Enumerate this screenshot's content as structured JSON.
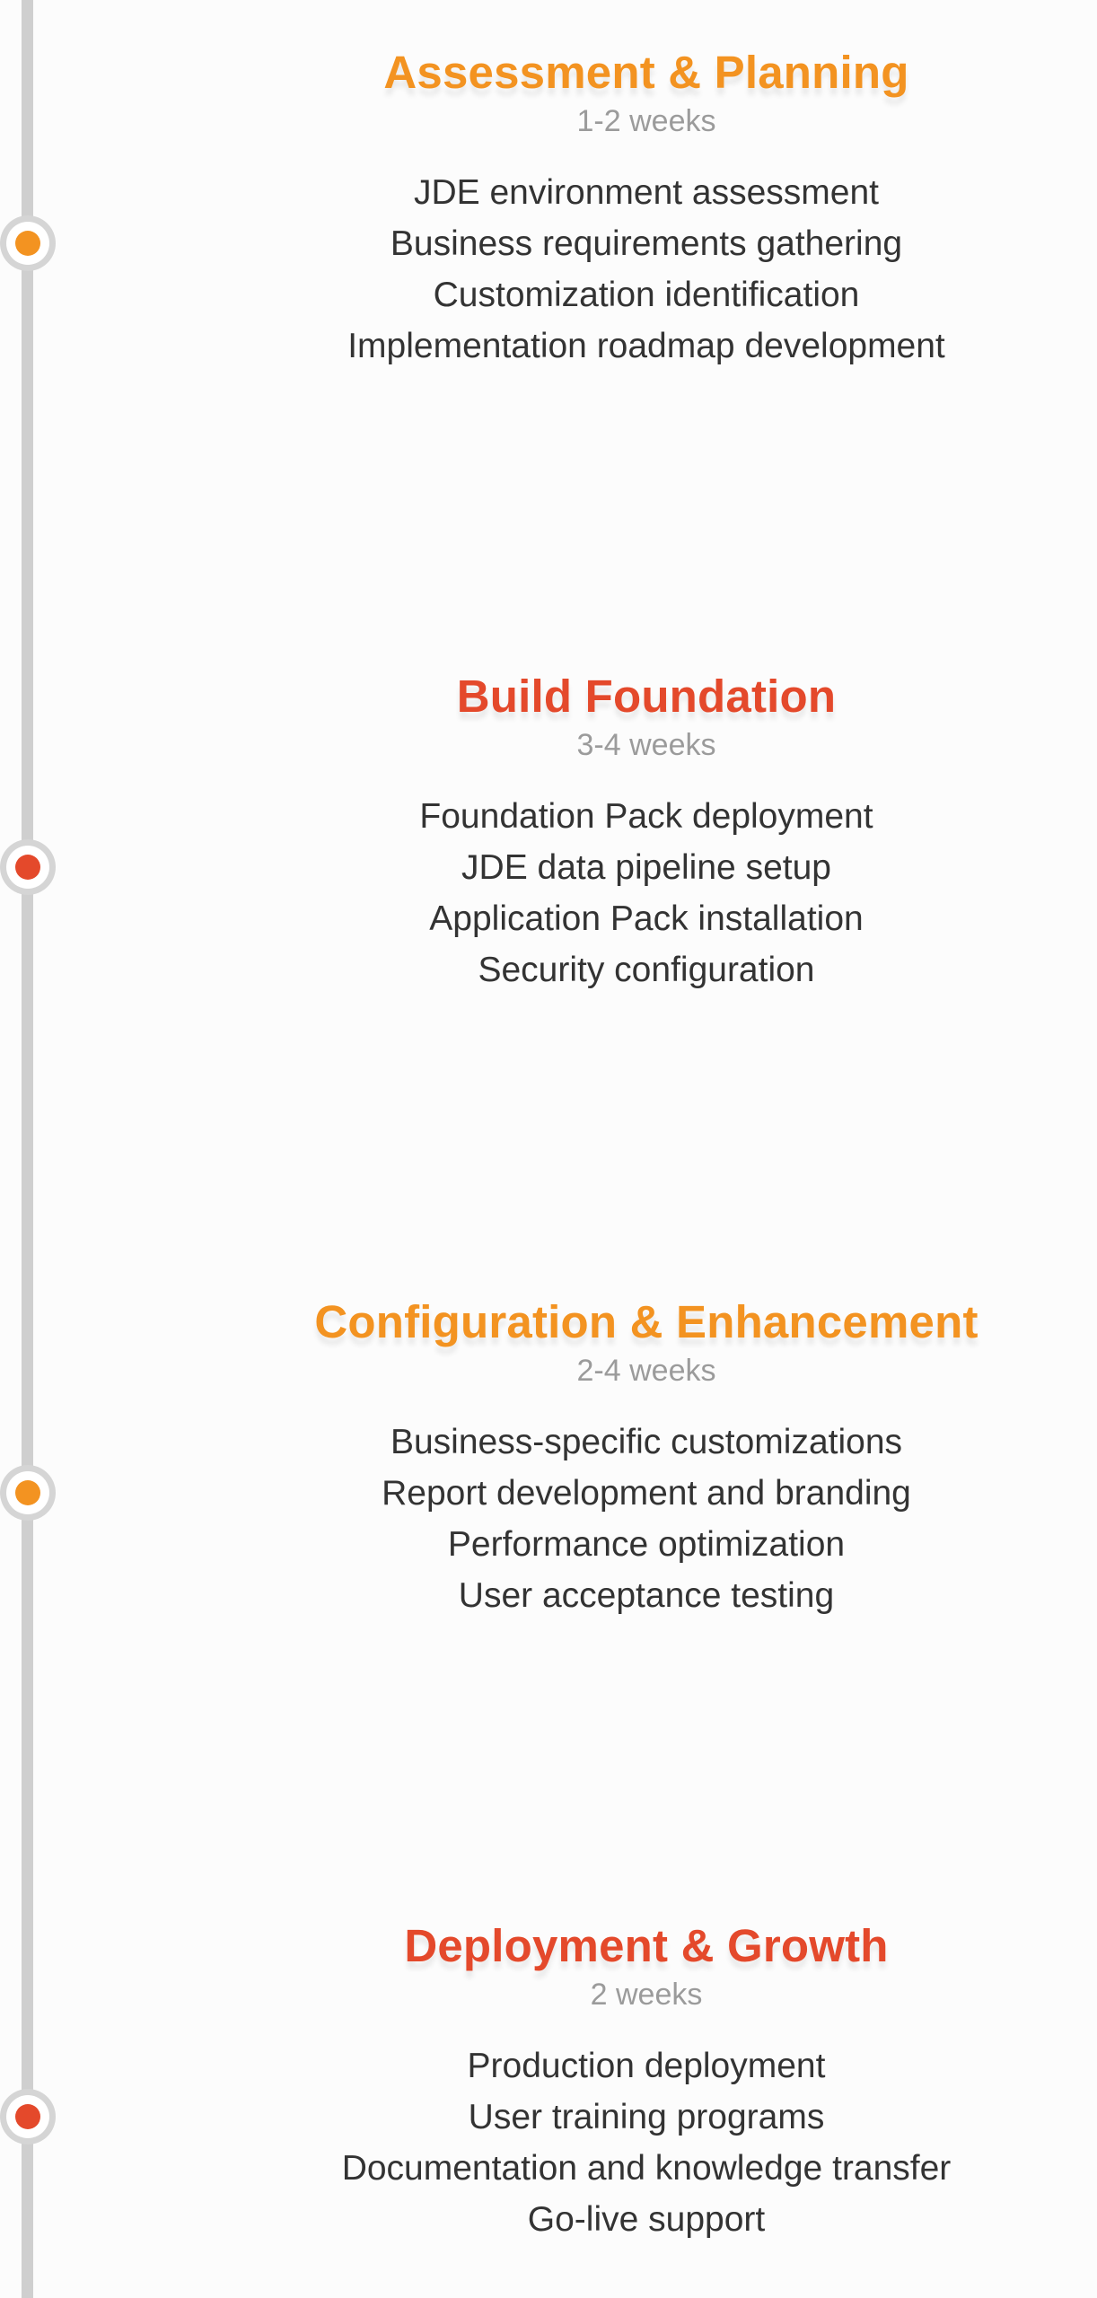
{
  "colors": {
    "orange": "#f39321",
    "red": "#e4492b",
    "line": "#cfcfcf",
    "duration": "#9b9b9b",
    "text": "#333333"
  },
  "phases": [
    {
      "title": "Assessment & Planning",
      "duration": "1-2 weeks",
      "accent": "#f39321",
      "items": [
        "JDE environment assessment",
        "Business requirements gathering",
        "Customization identification",
        "Implementation roadmap development"
      ]
    },
    {
      "title": "Build Foundation",
      "duration": "3-4 weeks",
      "accent": "#e4492b",
      "items": [
        "Foundation Pack deployment",
        "JDE data pipeline setup",
        "Application Pack installation",
        "Security configuration"
      ]
    },
    {
      "title": "Configuration & Enhancement",
      "duration": "2-4 weeks",
      "accent": "#f39321",
      "items": [
        "Business-specific customizations",
        "Report development and branding",
        "Performance optimization",
        "User acceptance testing"
      ]
    },
    {
      "title": "Deployment & Growth",
      "duration": "2 weeks",
      "accent": "#e4492b",
      "items": [
        "Production deployment",
        "User training programs",
        "Documentation and knowledge transfer",
        "Go-live support"
      ]
    }
  ]
}
